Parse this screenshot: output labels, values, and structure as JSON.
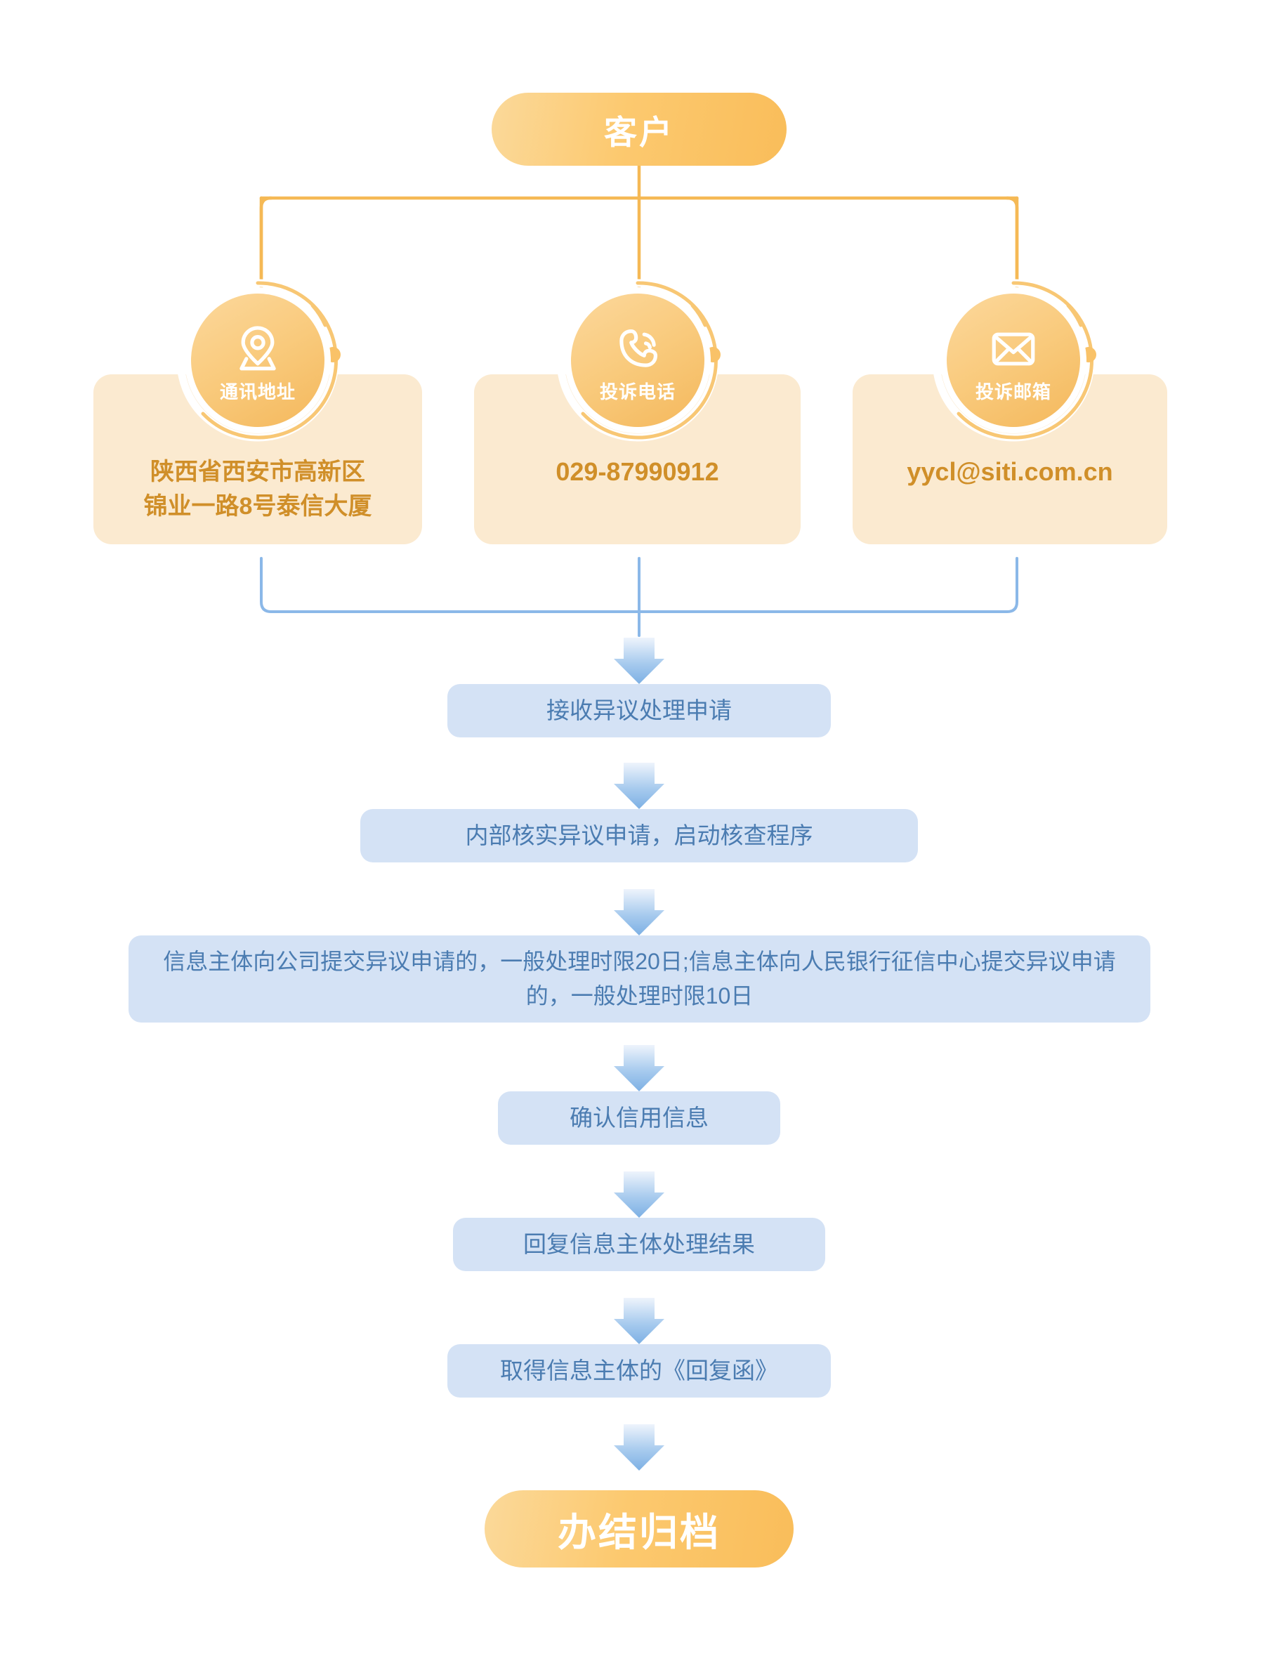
{
  "flow": {
    "start": {
      "label": "客户"
    },
    "end": {
      "label": "办结归档"
    }
  },
  "channels": [
    {
      "id": "address",
      "icon": "location-pin-icon",
      "label": "通讯地址",
      "value": "陕西省西安市高新区\n锦业一路8号泰信大厦"
    },
    {
      "id": "phone",
      "icon": "phone-call-icon",
      "label": "投诉电话",
      "value": "029-87990912"
    },
    {
      "id": "email",
      "icon": "envelope-icon",
      "label": "投诉邮箱",
      "value": "yycl@siti.com.cn"
    }
  ],
  "steps": [
    {
      "id": "receive",
      "label": "接收异议处理申请"
    },
    {
      "id": "verify",
      "label": "内部核实异议申请，启动核查程序"
    },
    {
      "id": "timelimit",
      "label": "信息主体向公司提交异议申请的，一般处理时限20日;信息主体向人民银行征信中心提交异议申请的，一般处理时限10日"
    },
    {
      "id": "confirm",
      "label": "确认信用信息"
    },
    {
      "id": "reply",
      "label": "回复信息主体处理结果"
    },
    {
      "id": "letter",
      "label": "取得信息主体的《回复函》"
    }
  ],
  "colors": {
    "orange_light": "#fbd99a",
    "orange": "#f9bd5a",
    "orange_deep": "#d08f29",
    "card_bg": "#fbead0",
    "blue_box": "#d4e2f5",
    "blue_text": "#4b7cb1",
    "blue_line": "#8bb8e8",
    "white": "#ffffff"
  }
}
